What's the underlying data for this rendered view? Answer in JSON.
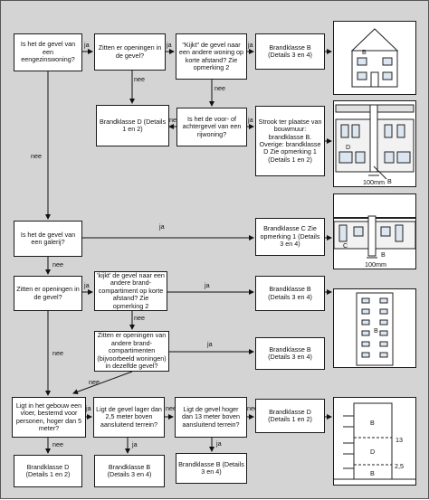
{
  "boxes": {
    "q_eengezins": "Is het de gevel van een eengezinswoning?",
    "q_openingen_1": "Zitten er openingen in de gevel?",
    "q_kijkt_1": "\"Kijkt\" de gevel naar een andere woning op korte afstand? Zie opmerking 2",
    "r_b_1": "Brandklasse B (Details 3 en 4)",
    "r_d_1": "Brandklasse D (Details 1 en 2)",
    "q_voor_achter": "Is het de voor- of achtergevel van een rijwoning?",
    "r_strook": "Strook ter plaatse van bouwmuur: brandklasse B. Overige: brandklasse D Zie opmerking 1 (Details 1 en 2)",
    "q_galerij": "Is het de gevel van een galerij?",
    "r_c": "Brandklasse C Zie opmerking 1 (Details 3 en 4)",
    "q_openingen_2": "Zitten er openingen in de gevel?",
    "q_kijkt_2": "'kijkt' de gevel naar een andere brand-compartiment op korte afstand? Zie opmerking 2",
    "r_b_2": "Brandklasse B (Details 3 en 4)",
    "q_openingen_3": "Zitten er openingen van andere brand-compartimenten (bijvoorbeeld woningen) in dezelfde gevel?",
    "r_b_3": "Brandklasse B (Details 3 en 4)",
    "q_vloer": "Ligt in het gebouw een vloer, bestemd voor personen, hoger dan 5 meter?",
    "q_lager": "Ligt de gevel lager dan 2,5 meter boven aansluitend terrein?",
    "q_hoger": "Ligt de gevel hoger dan 13 meter boven aansluitend terrein?",
    "r_d_2": "Brandklasse D (Details 1 en 2)",
    "r_d_3": "Brandklasse D (Details 1 en 2)",
    "r_b_4": "Brandklasse B (Details 3 en 4)",
    "r_b_5": "Brandklasse B (Details 3 en 4)"
  },
  "edge_labels": {
    "ja": "ja",
    "nee": "nee"
  },
  "pictures": {
    "house_label": "B",
    "row_label_d": "D",
    "row_label_b": "B",
    "row_dim": "100mm",
    "gallery_label_c": "C",
    "gallery_label_b": "B",
    "gallery_dim": "100mm",
    "flat_label": "B",
    "elev_b_top": "B",
    "elev_d": "D",
    "elev_b_bottom": "B",
    "elev_13": "13",
    "elev_25": "2,5"
  }
}
